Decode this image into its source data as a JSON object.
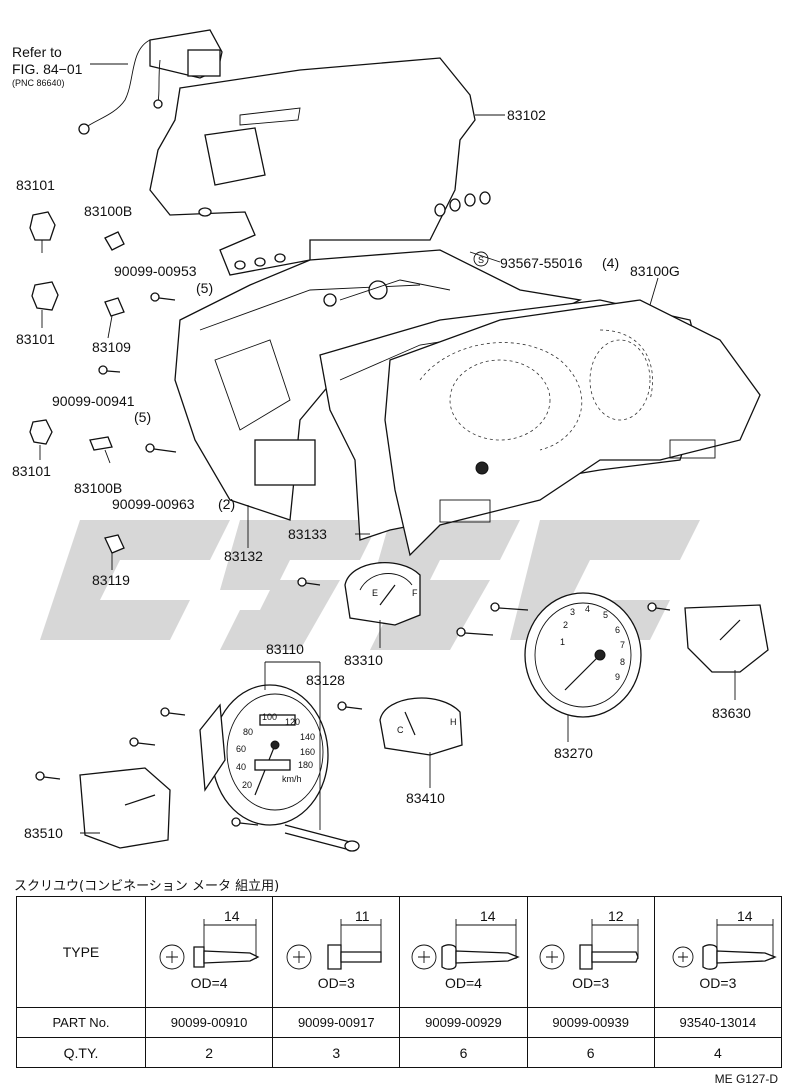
{
  "callouts": {
    "refer_to": "Refer to",
    "fig": "FIG. 84−01",
    "pnc": "(PNC 86640)",
    "p83102": "83102",
    "p83101a": "83101",
    "p83100B_a": "83100B",
    "p83101b": "83101",
    "p90099_00953": "90099-00953",
    "qty5a": "(5)",
    "p83109": "83109",
    "p90099_00941": "90099-00941",
    "qty5b": "(5)",
    "p83101c": "83101",
    "p83100B_b": "83100B",
    "p90099_00963": "90099-00963",
    "qty2": "(2)",
    "p83119": "83119",
    "p83132": "83132",
    "p83133": "83133",
    "s_mark": "S",
    "p93567": "93567-55016",
    "qty4": "(4)",
    "p83100G": "83100G",
    "p83310": "83310",
    "p83110": "83110",
    "p83128": "83128",
    "p83410": "83410",
    "p83270": "83270",
    "p83630": "83630",
    "p83510": "83510"
  },
  "table": {
    "title": "スクリユウ(コンビネーション メータ 組立用)",
    "type_header": "TYPE",
    "part_header": "PART No.",
    "qty_header": "Q.TY.",
    "columns": [
      {
        "length": "14",
        "od": "OD=4",
        "part_no": "90099-00910",
        "qty": "2"
      },
      {
        "length": "11",
        "od": "OD=3",
        "part_no": "90099-00917",
        "qty": "3"
      },
      {
        "length": "14",
        "od": "OD=4",
        "part_no": "90099-00929",
        "qty": "6"
      },
      {
        "length": "12",
        "od": "OD=3",
        "part_no": "90099-00939",
        "qty": "6"
      },
      {
        "length": "14",
        "od": "OD=3",
        "part_no": "93540-13014",
        "qty": "4"
      }
    ]
  },
  "gauge_scale": {
    "speedo_marks": [
      "100",
      "120",
      "80",
      "140",
      "60",
      "160",
      "40",
      "180",
      "20"
    ],
    "speedo_unit": "km/h",
    "tacho_marks": [
      "2",
      "3",
      "4",
      "5",
      "6",
      "7",
      "8",
      "1",
      "9"
    ],
    "fuel_marks": [
      "F",
      "E"
    ],
    "temp_marks": [
      "H",
      "C"
    ]
  },
  "footer": "ME G127-D"
}
